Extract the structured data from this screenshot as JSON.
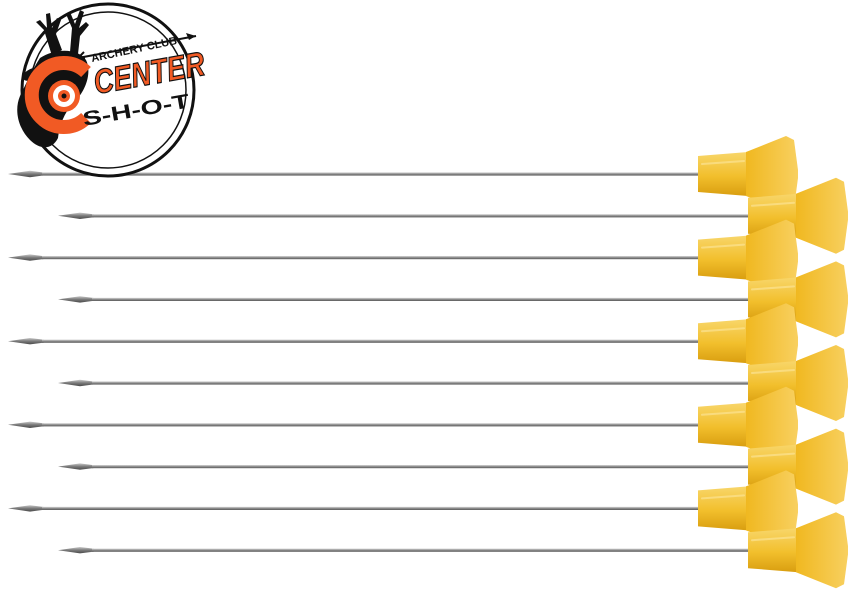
{
  "logo": {
    "club_label": "ARCHERY CLUB",
    "word_center": "CENTER",
    "word_shot": "S-H-O-T",
    "colors": {
      "orange": "#f15a24",
      "black": "#111111",
      "white": "#ffffff"
    }
  },
  "product": {
    "item": "blowgun dart",
    "count": 10,
    "shaft_color": "#9a9a9a",
    "cone_color": "#f5c230",
    "tip_color": "#6e6e6e"
  }
}
